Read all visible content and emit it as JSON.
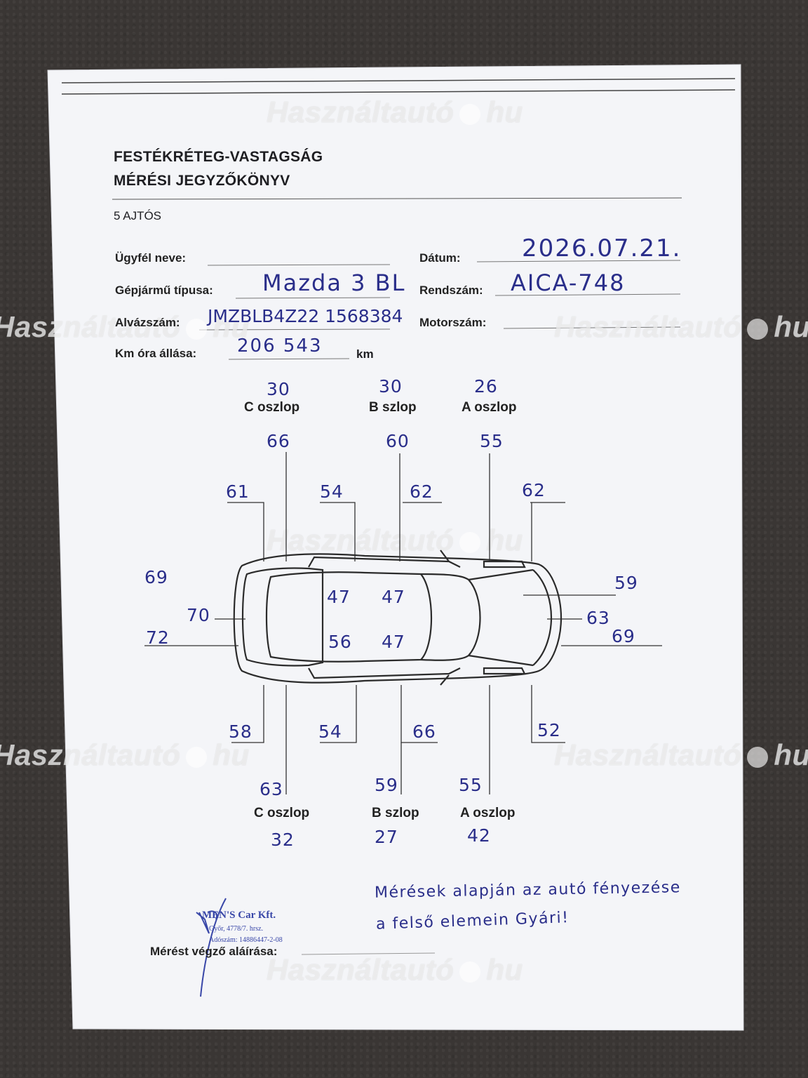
{
  "document": {
    "title_line1": "FESTÉKRÉTEG-VASTAGSÁG",
    "title_line2": "MÉRÉSI JEGYZŐKÖNYV",
    "subtitle": "5 AJTÓS"
  },
  "form": {
    "customer_label": "Ügyfél neve:",
    "customer_value": "",
    "date_label": "Dátum:",
    "date_value": "2026.07.21.",
    "vehicle_type_label": "Gépjármű típusa:",
    "vehicle_type_value": "Mazda 3 BL",
    "plate_label": "Rendszám:",
    "plate_value": "AICA-748",
    "vin_label": "Alvázszám:",
    "vin_value": "JMZBLB4Z22 1568384",
    "engine_label": "Motorszám:",
    "engine_value": "",
    "km_label": "Km óra állása:",
    "km_value": "206 543",
    "km_unit": "km"
  },
  "pillars": {
    "top": [
      {
        "label": "C oszlop",
        "value": "30"
      },
      {
        "label": "B szlop",
        "value": "30"
      },
      {
        "label": "A oszlop",
        "value": "26"
      }
    ],
    "bottom": [
      {
        "label": "C oszlop",
        "value": "32"
      },
      {
        "label": "B szlop",
        "value": "27"
      },
      {
        "label": "A oszlop",
        "value": "42"
      }
    ]
  },
  "measurements": {
    "top_row": [
      "66",
      "60",
      "55"
    ],
    "top_sides": [
      "61",
      "54",
      "62",
      "62"
    ],
    "rear_values": [
      "69",
      "70",
      "72"
    ],
    "front_values": [
      "59",
      "63",
      "69"
    ],
    "roof_values": [
      "47",
      "47",
      "56",
      "47"
    ],
    "bottom_sides": [
      "58",
      "54",
      "66",
      "52"
    ],
    "bottom_row": [
      "63",
      "59",
      "55"
    ]
  },
  "note": {
    "line1": "Mérések alapján az autó fényezése",
    "line2": "a felső elemein Gyári!"
  },
  "signature": {
    "label": "Mérést végző aláírása:",
    "stamp_name": "MEN'S Car Kft.",
    "stamp_line2": "Győr, 4778/7. hrsz.",
    "stamp_line3": "Adószám: 14886447-2-08"
  },
  "watermark": {
    "text_left": "Használtautó",
    "text_right": "hu"
  }
}
